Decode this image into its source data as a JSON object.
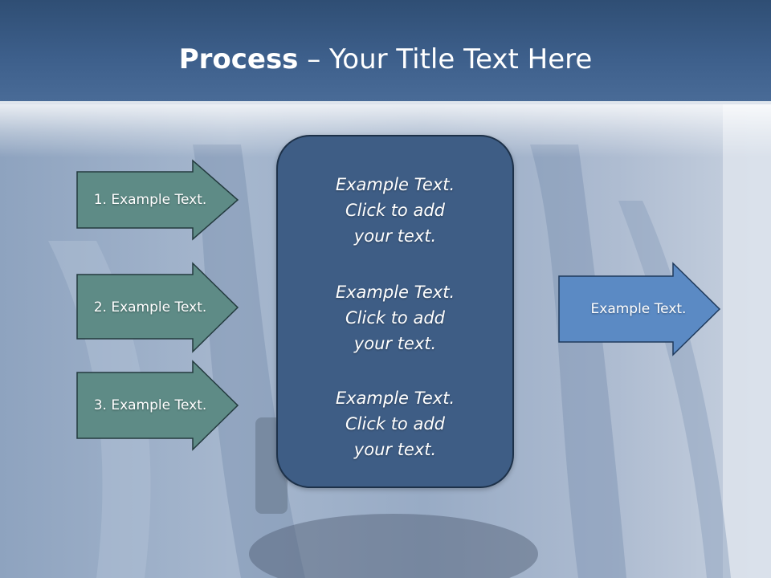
{
  "title": {
    "bold": "Process",
    "rest": " – Your Title Text Here"
  },
  "inputs": [
    {
      "label": "1. Example Text."
    },
    {
      "label": "2. Example Text."
    },
    {
      "label": "3. Example Text."
    }
  ],
  "center": [
    {
      "line1": "Example Text.",
      "line2": "Click  to add",
      "line3": "your text."
    },
    {
      "line1": "Example Text.",
      "line2": "Click  to add",
      "line3": "your text."
    },
    {
      "line1": "Example Text.",
      "line2": "Click  to add",
      "line3": "your text."
    }
  ],
  "output": {
    "label": "Example Text."
  },
  "colors": {
    "header": "#3d5f8b",
    "input_arrow": "#5e8b86",
    "center_box": "#3e5d85",
    "output_arrow": "#5b8ac4"
  }
}
